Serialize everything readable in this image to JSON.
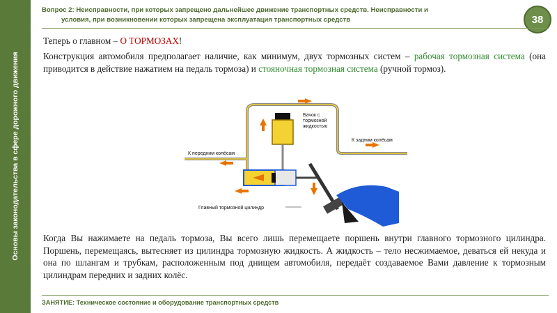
{
  "sidebar": {
    "text": "Основы законодательства в сфере дорожного движения"
  },
  "header": {
    "line1": "Вопрос 2: Неисправности, при которых запрещено дальнейшее движение транспортных средств. Неисправности и",
    "line2": "условия, при возникновении которых запрещена эксплуатация транспортных средств"
  },
  "page_number": "38",
  "intro": {
    "prefix": "Теперь о главном – ",
    "highlight": "О ТОРМОЗАХ",
    "suffix": "!"
  },
  "paragraph1": {
    "part1": "Конструкция автомобиля предполагает наличие, как минимум, двух тормозных систем – ",
    "green1": "рабочая тормозная система",
    "part2": " (она приводится в действие нажатием на педаль тормоза) и ",
    "green2": "стояночная тормозная система",
    "part3": " (ручной тормоз)."
  },
  "diagram": {
    "label_tank_1": "Бачок с",
    "label_tank_2": "тормозной",
    "label_tank_3": "жидкостью",
    "label_rear": "К задним колёсам",
    "label_front": "К передним колёсам",
    "label_cylinder": "Главный тормозной цилиндр"
  },
  "paragraph2": "Когда Вы нажимаете на педаль тормоза, Вы всего лишь перемещаете поршень внутри главного тормозного цилиндра. Поршень, перемещаясь, вытесняет из цилиндра тормозную жидкость. А жидкость – тело несжимаемое, деваться ей некуда и она по шлангам и трубкам, расположенным под днищем автомобиля, передаёт создаваемое Вами давление к тормозным цилиндрам передних и задних колёс.",
  "footer": "ЗАНЯТИЕ: Техническое состояние и оборудование транспортных средств",
  "colors": {
    "sidebar": "#5a7a3a",
    "accent_red": "#c00000",
    "accent_green": "#2f8a2f",
    "fluid": "#f5d233",
    "pipe": "#8a8a8a",
    "shoe": "#1f5bd6"
  }
}
